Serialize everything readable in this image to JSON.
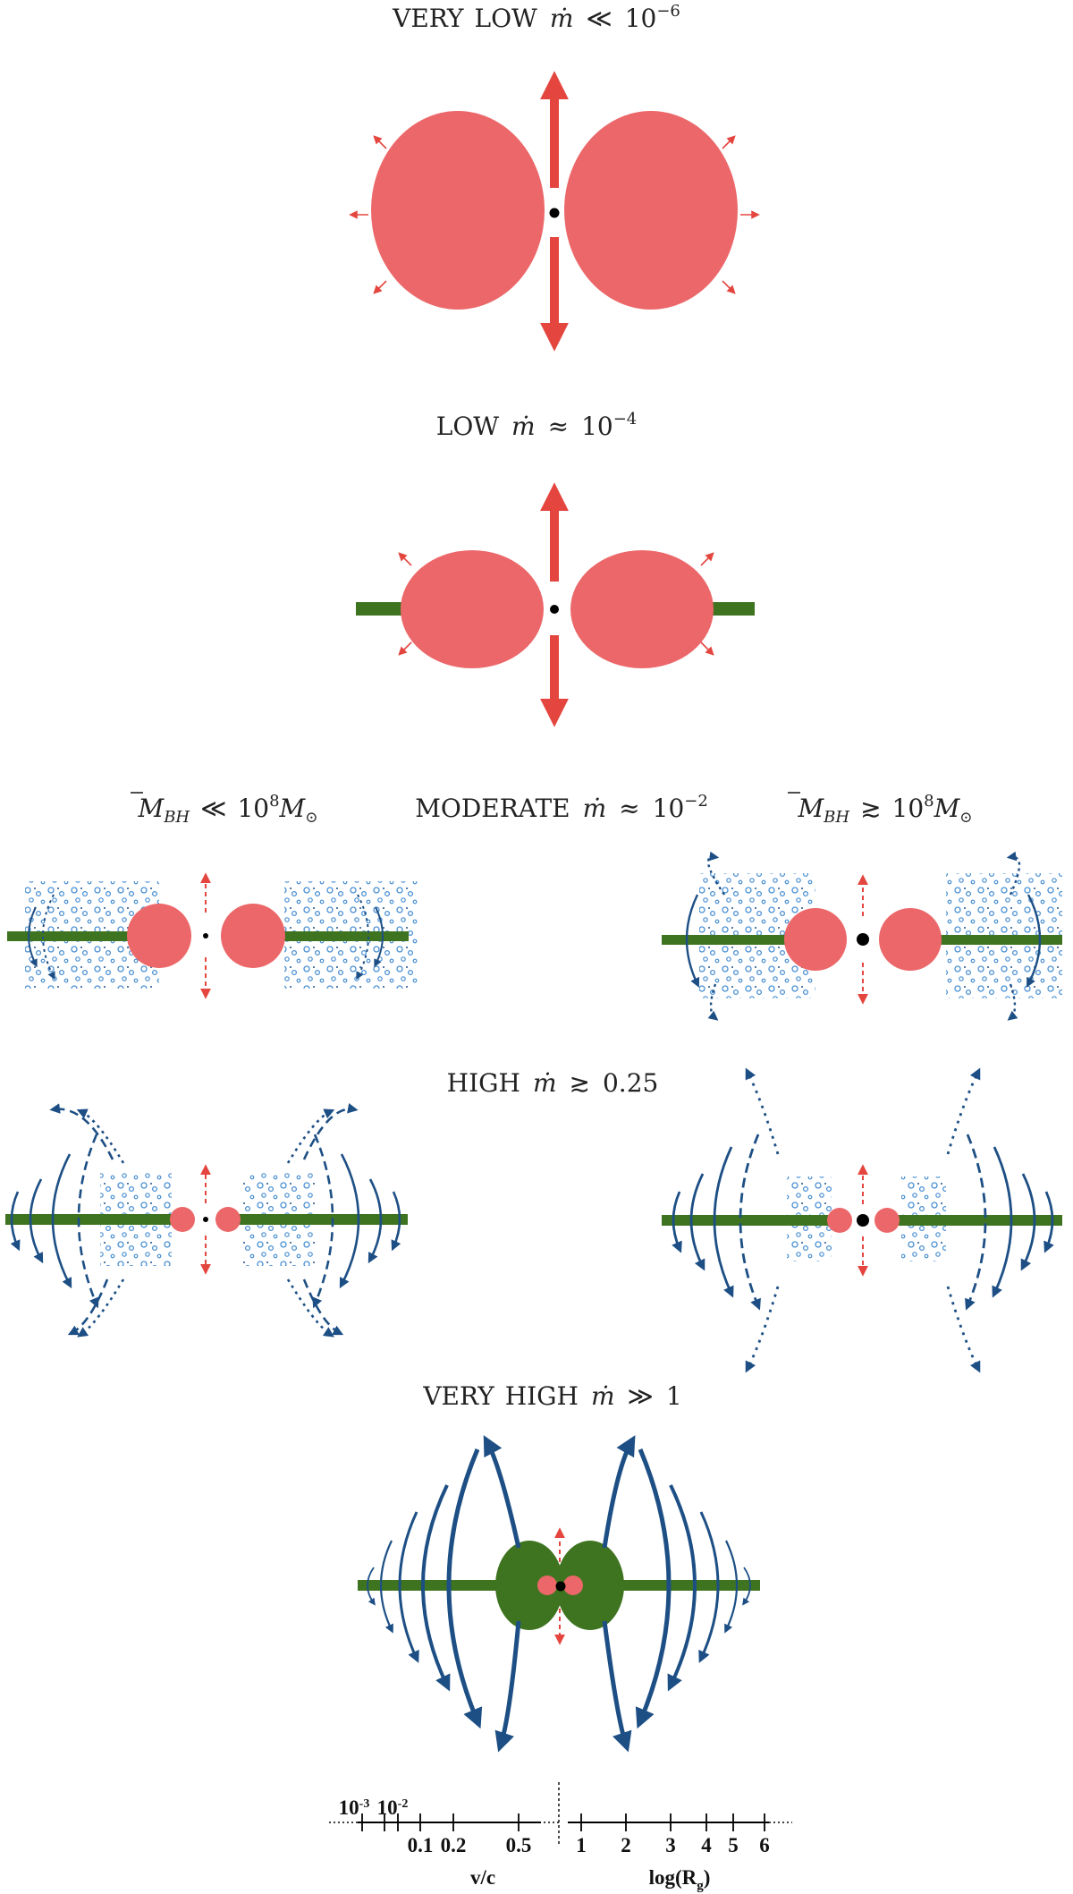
{
  "regimes": [
    {
      "id": "very-low",
      "cap": "V",
      "small": "ERY",
      "cap2": "L",
      "small2": "OW",
      "rel": "≪",
      "value": "10",
      "exp": "−6"
    },
    {
      "id": "low",
      "cap": "L",
      "small": "OW",
      "rel": "≈",
      "value": "10",
      "exp": "−4"
    },
    {
      "id": "moderate",
      "cap": "M",
      "small": "ODERATE",
      "rel": "≈",
      "value": "10",
      "exp": "−2"
    },
    {
      "id": "high",
      "cap": "H",
      "small": "IGH",
      "rel": "≳",
      "value": "0.25",
      "exp": ""
    },
    {
      "id": "very-high",
      "cap": "V",
      "small": "ERY",
      "cap2": "H",
      "small2": "IGH",
      "rel": "≫",
      "value": "1",
      "exp": ""
    }
  ],
  "mdot_symbol": "ṁ",
  "mass_labels": {
    "left": {
      "sym": "M",
      "sub": "BH",
      "rel": "≪",
      "value": "10",
      "exp": "8",
      "unit": "M",
      "unit_sub": "⊙"
    },
    "right": {
      "sym": "M",
      "sub": "BH",
      "rel": "≳",
      "value": "10",
      "exp": "8",
      "unit": "M",
      "unit_sub": "⊙"
    }
  },
  "scale": {
    "velocity_ticks": [
      "10",
      "10",
      "0.1",
      "0.2",
      "0.5"
    ],
    "velocity_exps": [
      "-3",
      "-2"
    ],
    "velocity_label": "v/c",
    "radius_ticks": [
      "1",
      "2",
      "3",
      "4",
      "5",
      "6"
    ],
    "radius_label": "log(R",
    "radius_label_sub": "g",
    "radius_label_end": ")"
  },
  "colors": {
    "hot_flow": "#ec6769",
    "jet": "#e4463f",
    "disk": "#3e7420",
    "wind": "#1d4f85",
    "clumps": "#4a90d2",
    "black_hole": "#000000"
  }
}
